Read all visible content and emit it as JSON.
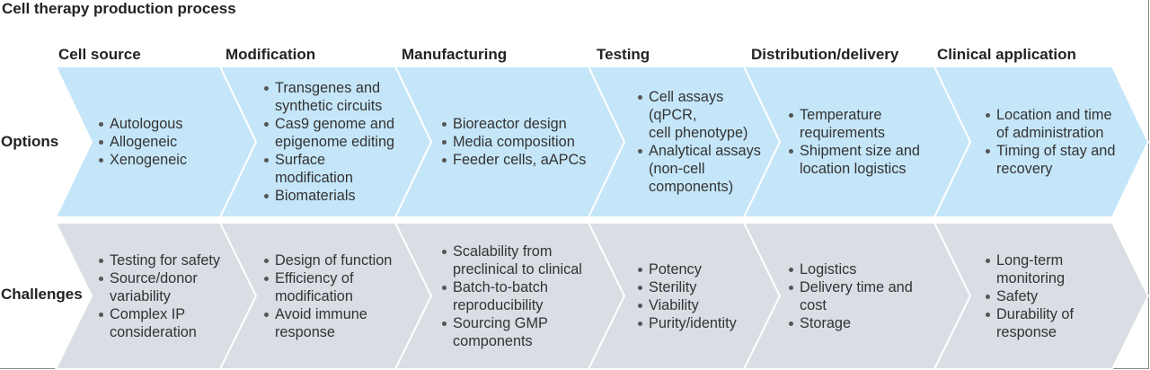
{
  "title": "Cell therapy production process",
  "colors": {
    "options_fill": "#c5e6f9",
    "challenges_fill": "#d9dde4",
    "divider": "#ffffff"
  },
  "stages": [
    "Cell source",
    "Modification",
    "Manufacturing",
    "Testing",
    "Distribution/delivery",
    "Clinical application"
  ],
  "rows": {
    "options": {
      "label": "Options",
      "cells": [
        [
          "Autologous",
          "Allogeneic",
          "Xenogeneic"
        ],
        [
          "Transgenes and\nsynthetic circuits",
          "Cas9 genome and\nepigenome editing",
          "Surface\nmodification",
          "Biomaterials"
        ],
        [
          "Bioreactor design",
          "Media composition",
          "Feeder cells, aAPCs"
        ],
        [
          "Cell assays\n(qPCR,\ncell phenotype)",
          "Analytical assays\n(non-cell\ncomponents)"
        ],
        [
          "Temperature\nrequirements",
          "Shipment size and\nlocation logistics"
        ],
        [
          "Location and time\nof administration",
          "Timing of stay and\nrecovery"
        ]
      ]
    },
    "challenges": {
      "label": "Challenges",
      "cells": [
        [
          "Testing for safety",
          "Source/donor\nvariability",
          "Complex IP\nconsideration"
        ],
        [
          "Design of function",
          "Efficiency of\nmodification",
          "Avoid immune\nresponse"
        ],
        [
          "Scalability from\npreclinical to clinical",
          "Batch-to-batch\nreproducibility",
          "Sourcing GMP\ncomponents"
        ],
        [
          "Potency",
          "Sterility",
          "Viability",
          "Purity/identity"
        ],
        [
          "Logistics",
          "Delivery time and\ncost",
          "Storage"
        ],
        [
          "Long-term\nmonitoring",
          "Safety",
          "Durability of\nresponse"
        ]
      ]
    }
  }
}
